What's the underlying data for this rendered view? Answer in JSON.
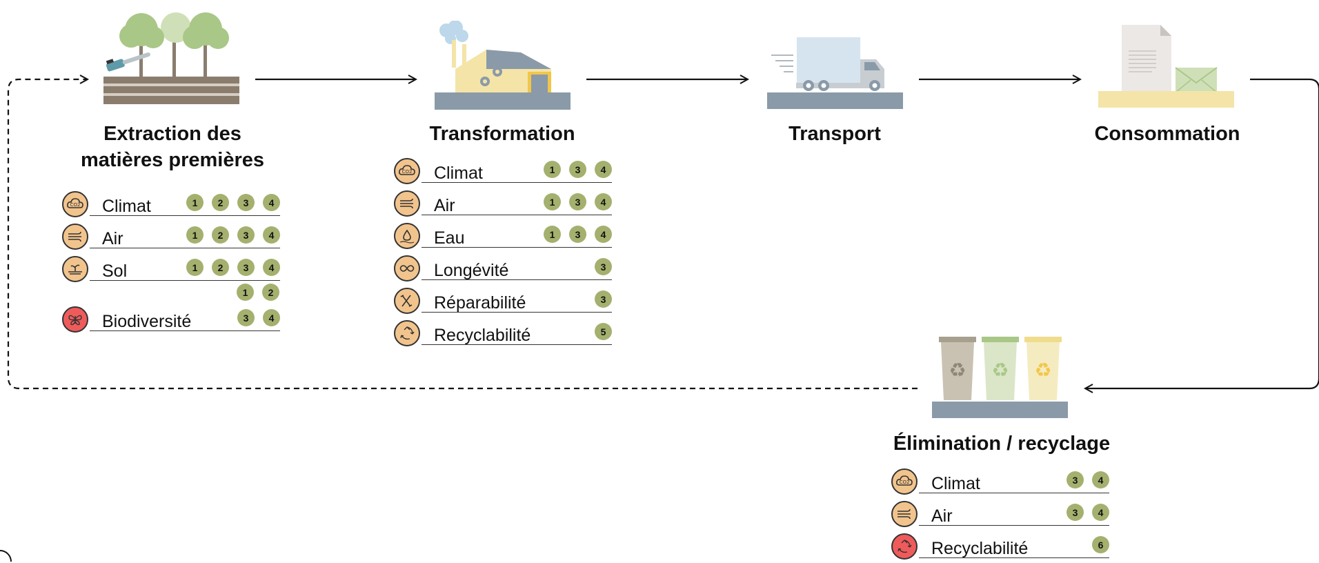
{
  "stages": {
    "extraction": {
      "title_line1": "Extraction des",
      "title_line2": "matières premières",
      "rows": [
        {
          "label": "Climat",
          "icon": "co2-cloud-icon",
          "badges": [
            "1",
            "2",
            "3",
            "4"
          ]
        },
        {
          "label": "Air",
          "icon": "wind-icon",
          "badges": [
            "1",
            "2",
            "3",
            "4"
          ]
        },
        {
          "label": "Sol",
          "icon": "soil-sprout-icon",
          "badges": [
            "1",
            "2",
            "3",
            "4"
          ]
        },
        {
          "label": "Biodiversité",
          "icon": "butterfly-icon",
          "badges": [
            "3",
            "4"
          ],
          "badges_above": [
            "1",
            "2"
          ]
        }
      ]
    },
    "transformation": {
      "title": "Transformation",
      "rows": [
        {
          "label": "Climat",
          "icon": "co2-cloud-icon",
          "badges": [
            "1",
            "3",
            "4"
          ]
        },
        {
          "label": "Air",
          "icon": "wind-icon",
          "badges": [
            "1",
            "3",
            "4"
          ]
        },
        {
          "label": "Eau",
          "icon": "water-drop-icon",
          "badges": [
            "1",
            "3",
            "4"
          ]
        },
        {
          "label": "Longévité",
          "icon": "infinity-icon",
          "badges": [
            "3"
          ]
        },
        {
          "label": "Réparabilité",
          "icon": "tools-icon",
          "badges": [
            "3"
          ]
        },
        {
          "label": "Recyclabilité",
          "icon": "recycle-icon",
          "badges": [
            "5"
          ]
        }
      ]
    },
    "transport": {
      "title": "Transport"
    },
    "consommation": {
      "title": "Consommation"
    },
    "elimination": {
      "title": "Élimination / recyclage",
      "rows": [
        {
          "label": "Climat",
          "icon": "co2-cloud-icon",
          "badges": [
            "3",
            "4"
          ]
        },
        {
          "label": "Air",
          "icon": "wind-icon",
          "badges": [
            "3",
            "4"
          ]
        },
        {
          "label": "Recyclabilité",
          "icon": "recycle-icon",
          "badges": [
            "6"
          ]
        }
      ]
    }
  },
  "colors": {
    "impact_circle": "#f2c48d",
    "biodiversity_circle": "#ef5b5b",
    "badge": "#a4b06e",
    "ground_gray": "#8a9aa8",
    "ground_yellow": "#f4e4a8"
  }
}
